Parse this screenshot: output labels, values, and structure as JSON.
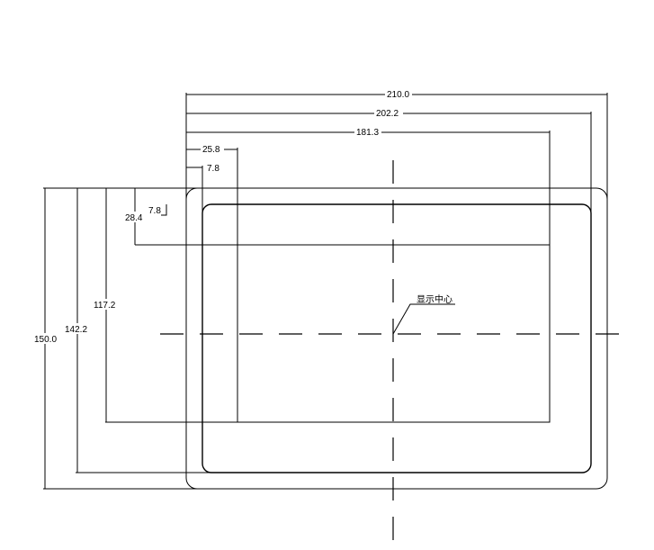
{
  "dimensions": {
    "overall_width": "210.0",
    "frame_width": "202.2",
    "display_width": "181.3",
    "left_offset_large": "25.8",
    "left_offset_small": "7.8",
    "top_offset_small": "7.8",
    "top_offset_large": "28.4",
    "display_height": "117.2",
    "frame_height": "142.2",
    "overall_height": "150.0"
  },
  "center_label": "显示中心"
}
